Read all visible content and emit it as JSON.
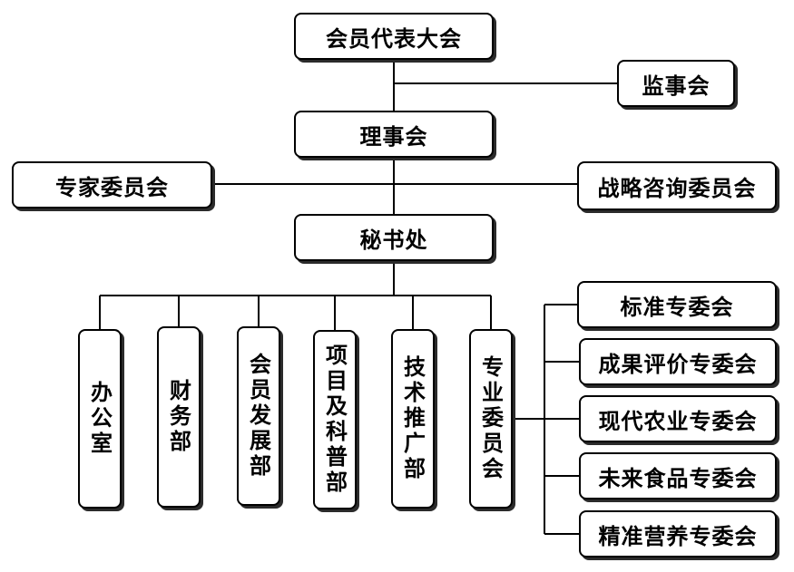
{
  "org": {
    "members_congress": "会员代表大会",
    "supervisory_board": "监事会",
    "council": "理事会",
    "expert_committee": "专家委员会",
    "strategy_committee": "战略咨询委员会",
    "secretariat": "秘书处"
  },
  "departments": {
    "office": "办公室",
    "finance": "财务部",
    "member_dev": "会员发展部",
    "projects_science": "项目及科普部",
    "tech_promo": "技术推广部",
    "special_committees": "专业委员会"
  },
  "special_committees": {
    "standards": "标准专委会",
    "evaluation": "成果评价专委会",
    "modern_agri": "现代农业专委会",
    "future_food": "未来食品专委会",
    "precision_nutrition": "精准营养专委会"
  }
}
